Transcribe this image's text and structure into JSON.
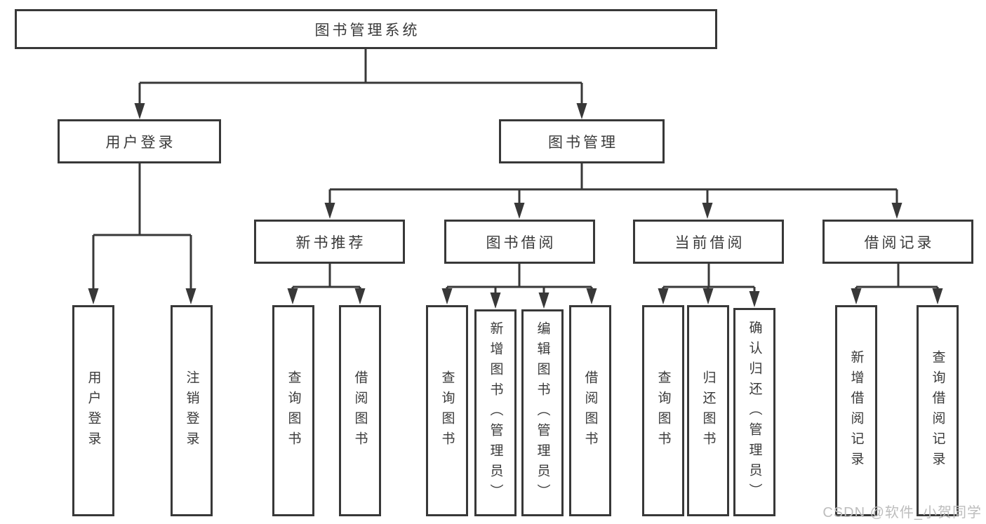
{
  "tree": {
    "label": "图书管理系统",
    "children": [
      {
        "label": "用户登录",
        "children": [
          {
            "label": "用户登录"
          },
          {
            "label": "注销登录"
          }
        ]
      },
      {
        "label": "图书管理",
        "children": [
          {
            "label": "新书推荐",
            "children": [
              {
                "label": "查询图书"
              },
              {
                "label": "借阅图书"
              }
            ]
          },
          {
            "label": "图书借阅",
            "children": [
              {
                "label": "查询图书"
              },
              {
                "label": "新增图书（管理员）"
              },
              {
                "label": "编辑图书（管理员）"
              },
              {
                "label": "借阅图书"
              }
            ]
          },
          {
            "label": "当前借阅",
            "children": [
              {
                "label": "查询图书"
              },
              {
                "label": "归还图书"
              },
              {
                "label": "确认归还（管理员）"
              }
            ]
          },
          {
            "label": "借阅记录",
            "children": [
              {
                "label": "新增借阅记录"
              },
              {
                "label": "查询借阅记录"
              }
            ]
          }
        ]
      }
    ]
  },
  "watermark": {
    "text": "CSDN @软件_小贺同学"
  },
  "colors": {
    "line": "#383838",
    "text": "#3a3a3a",
    "watermark": "#bdbdbd",
    "background": "#ffffff"
  }
}
